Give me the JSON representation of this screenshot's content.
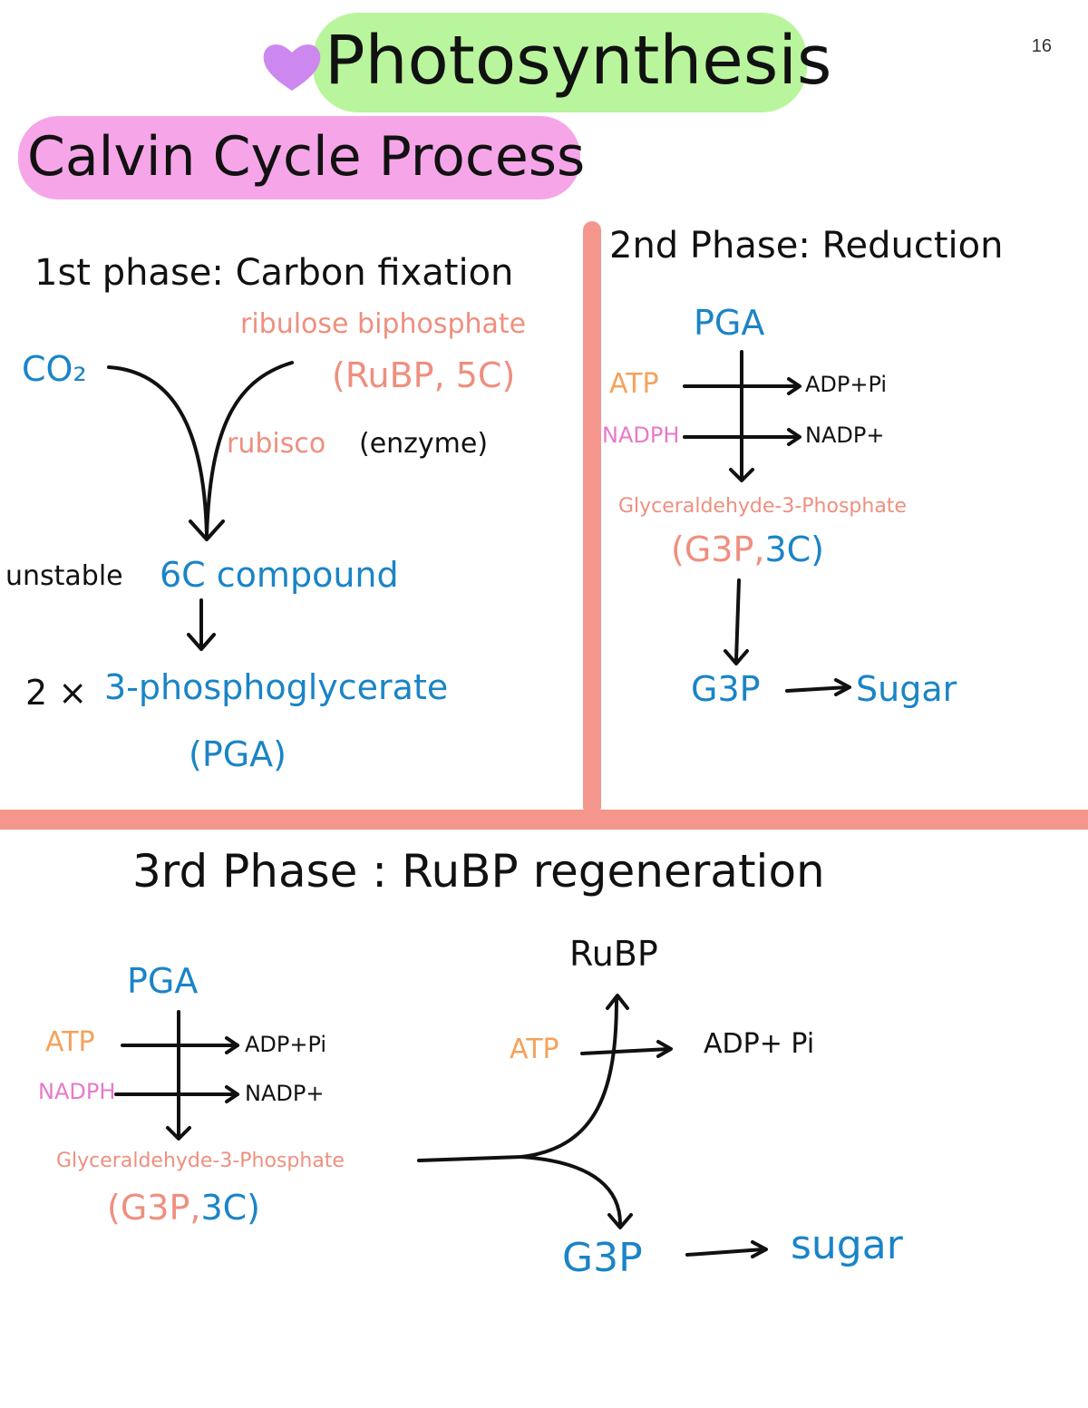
{
  "page": {
    "title": "Photosynthesis",
    "section_title": "Calvin Cycle Process",
    "page_number": "16"
  },
  "phase1": {
    "heading": "1st phase: Carbon fixation",
    "co2": "CO₂",
    "ribulose": "ribulose biphosphate",
    "rubp_5c": "(RuBP, 5C)",
    "rubisco": "rubisco",
    "enzyme": "(enzyme)",
    "unstable": "unstable",
    "compound_6c": "6C compound",
    "times": "2 ×",
    "pga_name": "3-phosphoglycerate",
    "pga_abbr": "(PGA)"
  },
  "phase2": {
    "heading": "2nd Phase: Reduction",
    "pga": "PGA",
    "atp": "ATP",
    "adp_pi": "ADP+Pi",
    "nadph": "NADPH",
    "nadp": "NADP+",
    "g3p_name": "Glyceraldehyde-3-Phosphate",
    "g3p_abbr_a": "(G3P,",
    "g3p_abbr_b": "3C)",
    "g3p": "G3P",
    "sugar": "Sugar"
  },
  "phase3": {
    "heading": "3rd Phase : RuBP regeneration",
    "pga": "PGA",
    "atp": "ATP",
    "adp_pi": "ADP+Pi",
    "nadph": "NADPH",
    "nadp": "NADP+",
    "g3p_name": "Glyceraldehyde-3-Phosphate",
    "g3p_abbr_a": "(G3P,",
    "g3p_abbr_b": "3C)",
    "rubp": "RuBP",
    "atp2": "ATP",
    "adp_pi2": "ADP+ Pi",
    "g3p": "G3P",
    "sugar": "sugar"
  },
  "colors": {
    "black": "#111111",
    "blue": "#1a84c7",
    "salmon": "#ef8f7f",
    "orange": "#f4a25a",
    "pink": "#e879c9",
    "divider": "#f4968b",
    "title_highlight": "#b9f59c",
    "subtitle_highlight": "#f6a6e8",
    "heart": "#cc88ee"
  }
}
